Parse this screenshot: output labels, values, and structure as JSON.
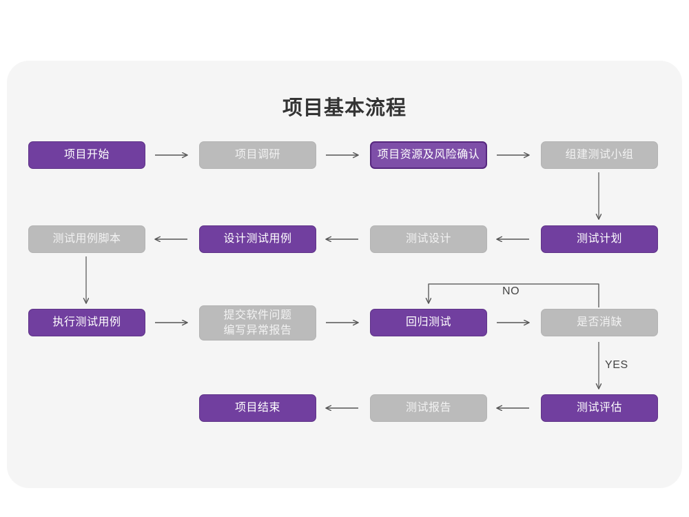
{
  "page": {
    "title": "项目基本流程",
    "background_color": "#ffffff",
    "card_color": "#f5f5f5"
  },
  "theme": {
    "purple": "#713f9f",
    "purple_border": "#5e3287",
    "purple_outline_fill": "#7e4fa8",
    "purple_outline_border": "#56277e",
    "gray": "#bbbbbb",
    "gray_text": "#f2f2f2",
    "arrow_color": "#555555",
    "title_color": "#333333"
  },
  "chart_data": {
    "type": "diagram",
    "title": "项目基本流程",
    "nodes": [
      {
        "id": "n1",
        "label": "项目开始",
        "style": "purple",
        "row": 1,
        "col": 1
      },
      {
        "id": "n2",
        "label": "项目调研",
        "style": "gray",
        "row": 1,
        "col": 2
      },
      {
        "id": "n3",
        "label": "项目资源及风险确认",
        "style": "outline",
        "row": 1,
        "col": 3
      },
      {
        "id": "n4",
        "label": "组建测试小组",
        "style": "gray",
        "row": 1,
        "col": 4
      },
      {
        "id": "n5",
        "label": "测试用例脚本",
        "style": "gray",
        "row": 2,
        "col": 1
      },
      {
        "id": "n6",
        "label": "设计测试用例",
        "style": "purple",
        "row": 2,
        "col": 2
      },
      {
        "id": "n7",
        "label": "测试设计",
        "style": "gray",
        "row": 2,
        "col": 3
      },
      {
        "id": "n8",
        "label": "测试计划",
        "style": "purple",
        "row": 2,
        "col": 4
      },
      {
        "id": "n9",
        "label": "执行测试用例",
        "style": "purple",
        "row": 3,
        "col": 1
      },
      {
        "id": "n10",
        "label": "提交软件问题\n编写异常报告",
        "style": "gray",
        "row": 3,
        "col": 2
      },
      {
        "id": "n11",
        "label": "回归测试",
        "style": "purple",
        "row": 3,
        "col": 3
      },
      {
        "id": "n12",
        "label": "是否消缺",
        "style": "gray",
        "row": 3,
        "col": 4
      },
      {
        "id": "n13",
        "label": "项目结束",
        "style": "purple",
        "row": 4,
        "col": 2
      },
      {
        "id": "n14",
        "label": "测试报告",
        "style": "gray",
        "row": 4,
        "col": 3
      },
      {
        "id": "n15",
        "label": "测试评估",
        "style": "purple",
        "row": 4,
        "col": 4
      }
    ],
    "edges": [
      {
        "from": "n1",
        "to": "n2",
        "label": "",
        "direction": "right"
      },
      {
        "from": "n2",
        "to": "n3",
        "label": "",
        "direction": "right"
      },
      {
        "from": "n3",
        "to": "n4",
        "label": "",
        "direction": "right"
      },
      {
        "from": "n4",
        "to": "n8",
        "label": "",
        "direction": "down"
      },
      {
        "from": "n8",
        "to": "n7",
        "label": "",
        "direction": "left"
      },
      {
        "from": "n7",
        "to": "n6",
        "label": "",
        "direction": "left"
      },
      {
        "from": "n6",
        "to": "n5",
        "label": "",
        "direction": "left"
      },
      {
        "from": "n5",
        "to": "n9",
        "label": "",
        "direction": "down"
      },
      {
        "from": "n9",
        "to": "n10",
        "label": "",
        "direction": "right"
      },
      {
        "from": "n10",
        "to": "n11",
        "label": "",
        "direction": "right"
      },
      {
        "from": "n11",
        "to": "n12",
        "label": "",
        "direction": "right"
      },
      {
        "from": "n12",
        "to": "n11",
        "label": "NO",
        "direction": "up-left-down"
      },
      {
        "from": "n12",
        "to": "n15",
        "label": "YES",
        "direction": "down"
      },
      {
        "from": "n15",
        "to": "n14",
        "label": "",
        "direction": "left"
      },
      {
        "from": "n14",
        "to": "n13",
        "label": "",
        "direction": "left"
      }
    ],
    "labels": {
      "no": "NO",
      "yes": "YES"
    }
  },
  "nodes": {
    "n1": "项目开始",
    "n2": "项目调研",
    "n3": "项目资源及风险确认",
    "n4": "组建测试小组",
    "n5": "测试用例脚本",
    "n6": "设计测试用例",
    "n7": "测试设计",
    "n8": "测试计划",
    "n9": "执行测试用例",
    "n10": "提交软件问题\n编写异常报告",
    "n11": "回归测试",
    "n12": "是否消缺",
    "n13": "项目结束",
    "n14": "测试报告",
    "n15": "测试评估"
  },
  "edge_labels": {
    "no": "NO",
    "yes": "YES"
  }
}
